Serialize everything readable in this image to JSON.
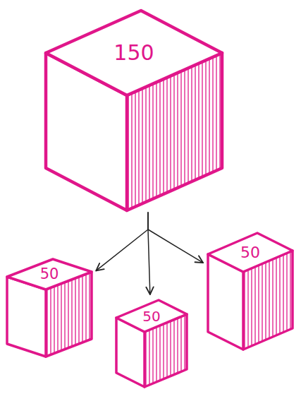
{
  "diagram": {
    "nodes": [
      {
        "text": [
          "150"
        ]
      },
      {
        "text": [
          "50"
        ]
      },
      {
        "text": [
          "50"
        ]
      },
      {
        "text": [
          "50"
        ]
      }
    ],
    "edges": [
      {
        "from": 0,
        "to": 1,
        "arrow": "to"
      },
      {
        "from": 0,
        "to": 2,
        "arrow": "to"
      },
      {
        "from": 0,
        "to": 3,
        "arrow": "to"
      }
    ]
  }
}
